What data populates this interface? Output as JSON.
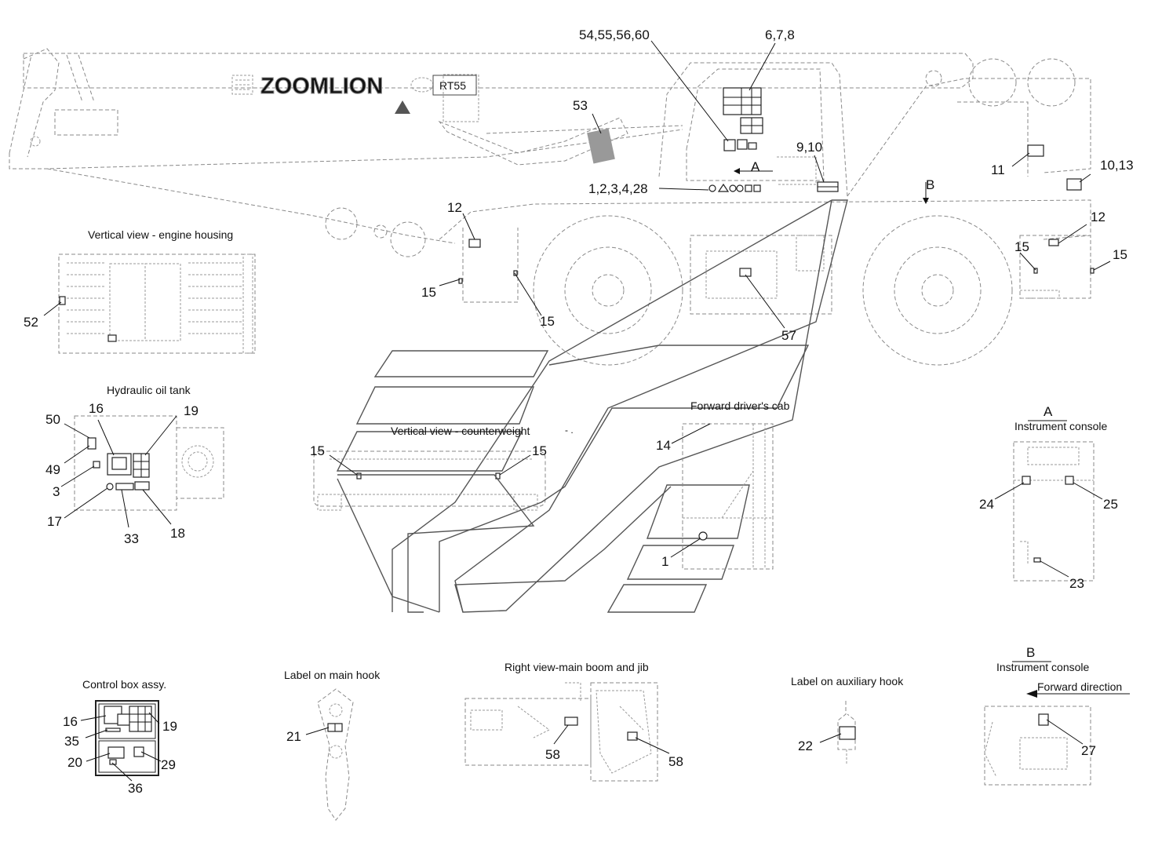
{
  "brand": {
    "logo_text": "ZOOMLION",
    "model": "RT55"
  },
  "views": {
    "engine_housing": "Vertical view - engine housing",
    "hydraulic_tank": "Hydraulic oil tank",
    "counterweight": "Vertical view - counterweight",
    "forward_cab": "Forward driver's cab",
    "view_a_letter": "A",
    "view_a_title": "Instrument console",
    "view_b_letter": "B",
    "view_b_title": "Instrument console",
    "control_box": "Control box assy.",
    "main_hook": "Label on main hook",
    "main_boom": "Right view-main boom and jib",
    "aux_hook": "Label on auxiliary hook",
    "forward_direction": "Forward direction",
    "arrow_a": "A",
    "arrow_b": "B"
  },
  "callouts": [
    {
      "id": "c_54",
      "text": "54,55,56,60"
    },
    {
      "id": "c_678",
      "text": "6,7,8"
    },
    {
      "id": "c_53",
      "text": "53"
    },
    {
      "id": "c_910",
      "text": "9,10"
    },
    {
      "id": "c_1234",
      "text": "1,2,3,4,28"
    },
    {
      "id": "c_11",
      "text": "11"
    },
    {
      "id": "c_1013",
      "text": "10,13"
    },
    {
      "id": "c_12a",
      "text": "12"
    },
    {
      "id": "c_12b",
      "text": "12"
    },
    {
      "id": "c_15a",
      "text": "15"
    },
    {
      "id": "c_15b",
      "text": "15"
    },
    {
      "id": "c_15c",
      "text": "15"
    },
    {
      "id": "c_15d",
      "text": "15"
    },
    {
      "id": "c_57",
      "text": "57"
    },
    {
      "id": "c_52",
      "text": "52"
    },
    {
      "id": "c_50",
      "text": "50"
    },
    {
      "id": "c_16a",
      "text": "16"
    },
    {
      "id": "c_19a",
      "text": "19"
    },
    {
      "id": "c_49",
      "text": "49"
    },
    {
      "id": "c_3",
      "text": "3"
    },
    {
      "id": "c_17",
      "text": "17"
    },
    {
      "id": "c_33",
      "text": "33"
    },
    {
      "id": "c_18",
      "text": "18"
    },
    {
      "id": "c_15e",
      "text": "15"
    },
    {
      "id": "c_15f",
      "text": "15"
    },
    {
      "id": "c_14",
      "text": "14"
    },
    {
      "id": "c_1",
      "text": "1"
    },
    {
      "id": "c_24",
      "text": "24"
    },
    {
      "id": "c_25",
      "text": "25"
    },
    {
      "id": "c_23",
      "text": "23"
    },
    {
      "id": "c_16b",
      "text": "16"
    },
    {
      "id": "c_19b",
      "text": "19"
    },
    {
      "id": "c_35",
      "text": "35"
    },
    {
      "id": "c_20",
      "text": "20"
    },
    {
      "id": "c_29",
      "text": "29"
    },
    {
      "id": "c_36",
      "text": "36"
    },
    {
      "id": "c_21",
      "text": "21"
    },
    {
      "id": "c_58a",
      "text": "58"
    },
    {
      "id": "c_58b",
      "text": "58"
    },
    {
      "id": "c_22",
      "text": "22"
    },
    {
      "id": "c_27",
      "text": "27"
    }
  ]
}
